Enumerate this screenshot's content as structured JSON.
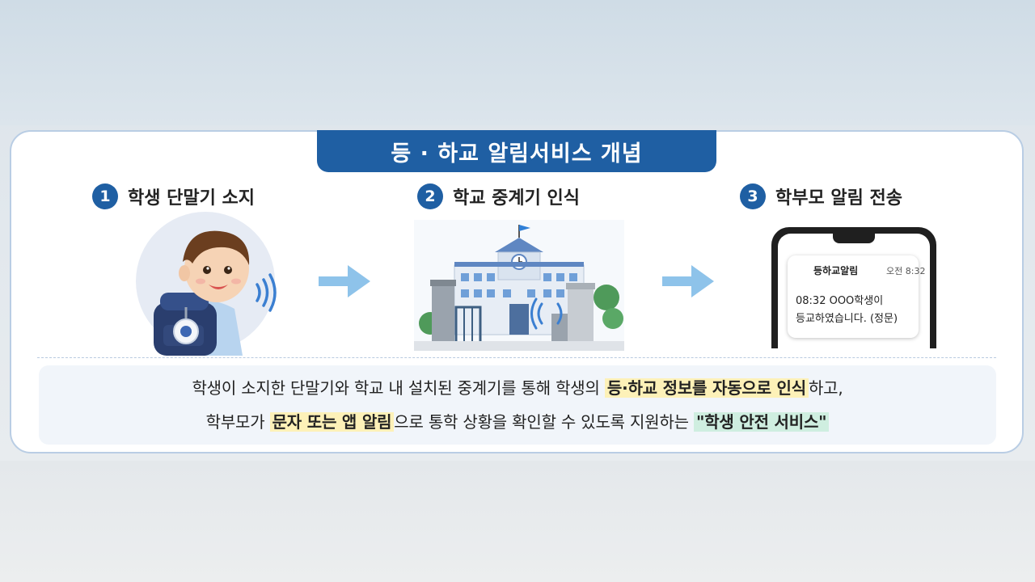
{
  "title": "등 · 하교 알림서비스 개념",
  "steps": [
    {
      "num": "1",
      "label": "학생 단말기 소지"
    },
    {
      "num": "2",
      "label": "학교 중계기 인식"
    },
    {
      "num": "3",
      "label": "학부모 알림 전송"
    }
  ],
  "phone": {
    "app_name": "등하교알림",
    "time": "오전 8:32",
    "message_line1": "08:32   OOO학생이",
    "message_line2": "등교하였습니다. (정문)"
  },
  "description": {
    "line1_pre": "학생이 소지한 단말기와 학교 내 설치된 중계기를 통해 학생의 ",
    "line1_highlight": "등·하교 정보를 자동으로 인식",
    "line1_post": "하고,",
    "line2_pre": "학부모가 ",
    "line2_highlight": "문자 또는 앱 알림",
    "line2_mid": "으로 통학 상황을 확인할 수 있도록 지원하는 ",
    "line2_highlight2": "\"학생 안전 서비스\""
  },
  "colors": {
    "primary": "#1f5fa3",
    "arrow": "#8ec3ea",
    "highlight_yellow": "#fdf1b8",
    "highlight_green": "#cfeee0"
  }
}
